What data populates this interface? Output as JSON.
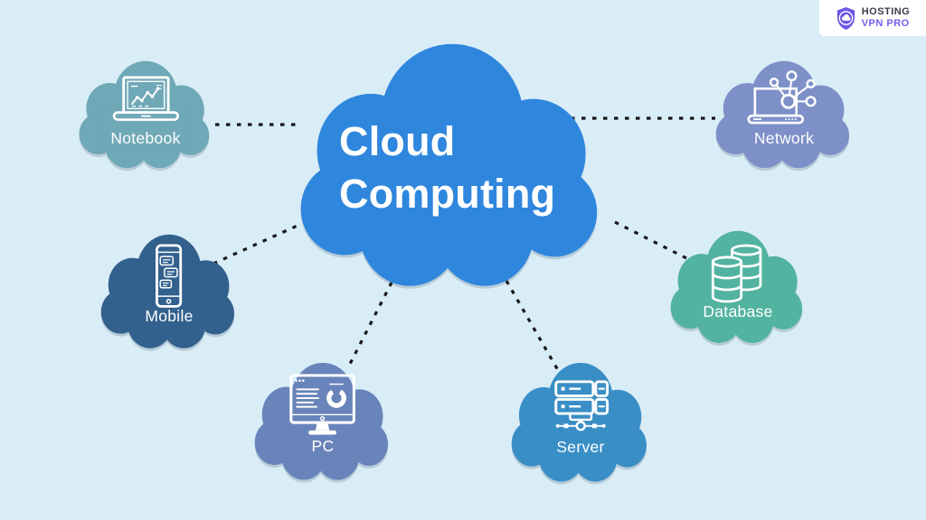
{
  "page": {
    "background_color": "#d9edf7"
  },
  "header_logo": {
    "title": "Hosting VPN Pro",
    "line1": "HOSTING",
    "line2": "VPN PRO",
    "background_color": "#ffffff",
    "shield_color": "#6f55e6",
    "line1_color": "#3c3b49",
    "line2_color": "#7a5bf0"
  },
  "center_cloud": {
    "title": "Cloud Computing",
    "color": "#2f86dd",
    "text_color": "#ffffff"
  },
  "nodes": [
    {
      "id": "notebook",
      "label": "Notebook",
      "color": "#6fa8b6",
      "icon": "laptop-chart-icon"
    },
    {
      "id": "network",
      "label": "Network",
      "color": "#7d90c8",
      "icon": "laptop-network-icon"
    },
    {
      "id": "mobile",
      "label": "Mobile",
      "color": "#33618e",
      "icon": "smartphone-chat-icon"
    },
    {
      "id": "database",
      "label": "Database",
      "color": "#52b3a0",
      "icon": "database-cylinders-icon"
    },
    {
      "id": "pc",
      "label": "PC",
      "color": "#6884ba",
      "icon": "desktop-monitor-icon"
    },
    {
      "id": "server",
      "label": "Server",
      "color": "#3a8ec6",
      "icon": "server-rack-icon"
    }
  ],
  "connectors": {
    "color": "#161616",
    "style": "dashed"
  }
}
